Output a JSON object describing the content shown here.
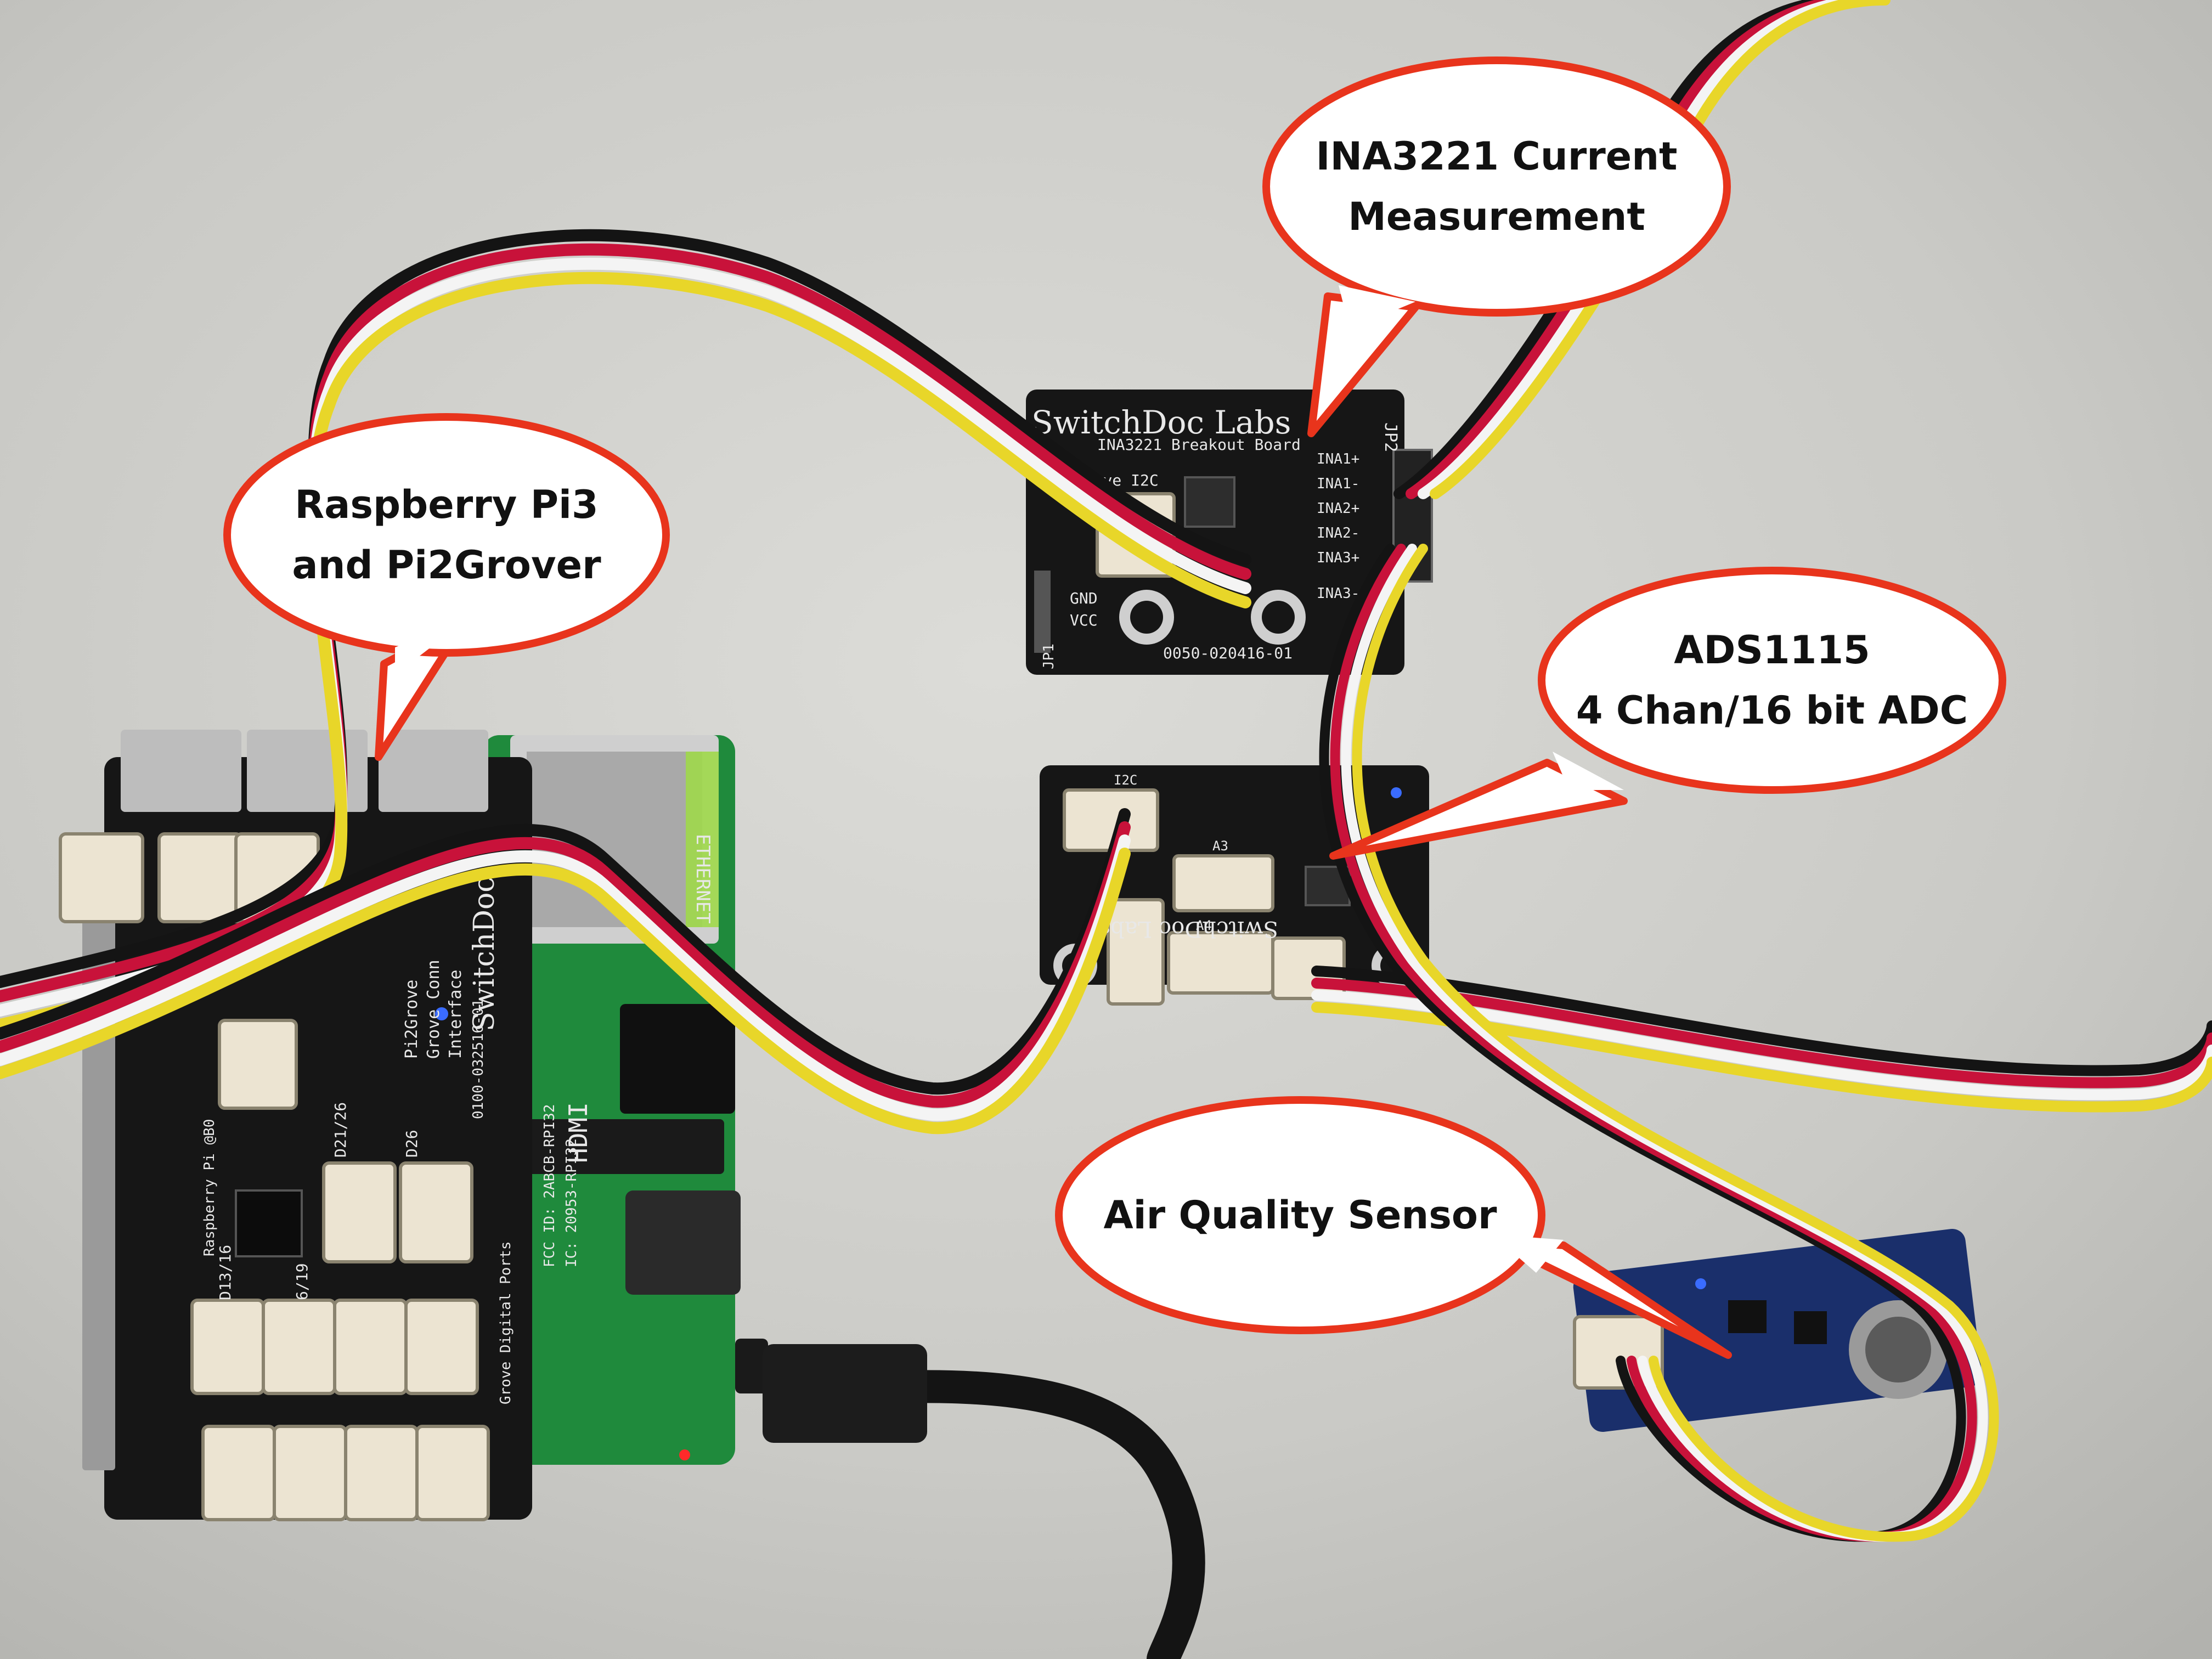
{
  "callouts": {
    "pi": {
      "line1": "Raspberry Pi3",
      "line2": "and Pi2Grover"
    },
    "ina": {
      "line1": "INA3221 Current",
      "line2": "Measurement"
    },
    "ads": {
      "line1": "ADS1115",
      "line2": "4 Chan/16 bit ADC"
    },
    "air": {
      "line1": "Air Quality Sensor"
    }
  },
  "pcb_text": {
    "ina_brand": "SwitchDoc Labs",
    "ina_title": "INA3221 Breakout Board",
    "ina_grove": "Grove I2C",
    "ina_part": "0050-020416-01",
    "ina_gnd": "GND",
    "ina_vcc": "VCC",
    "ina_jp2": "JP2",
    "ina_jp1": "JP1",
    "ina_pins": [
      "INA1+",
      "INA1-",
      "INA2+",
      "INA2-",
      "INA3+",
      "INA3-"
    ],
    "ads_i2c": "I2C",
    "ads_a3": "A3",
    "ads_a4": "A4",
    "ads_brand": "SwitchDoc Labs",
    "pi_brand": "SwitchDoc",
    "pi_title": "Pi2Grove",
    "pi_sub": "Grove Conn",
    "pi_sub2": "Interface",
    "pi_part": "0100-032516-01",
    "pi_grove_ports": "Grove Digital Ports",
    "pi_d21": "D21/26",
    "pi_d26": "D26",
    "pi_d13": "D13/16",
    "pi_d6": "6/19",
    "pi_ethernet": "ETHERNET",
    "pi_hdmi": "HDMI",
    "pi_fcc": "FCC ID: 2ABCB-RPI32",
    "pi_ic": "IC: 20953-RPI32",
    "pi_rpi": "Raspberry Pi @B0"
  },
  "colors": {
    "callout_border": "#e8341c",
    "callout_fill": "#ffffff",
    "pcb_black": "#161616",
    "pcb_green": "#1f8a3c",
    "pcb_blue": "#1a2f6b",
    "connector": "#ece4d2",
    "wire_black": "#141414",
    "wire_red": "#c8123a",
    "wire_white": "#f4f4f4",
    "wire_yellow": "#e8d629"
  }
}
